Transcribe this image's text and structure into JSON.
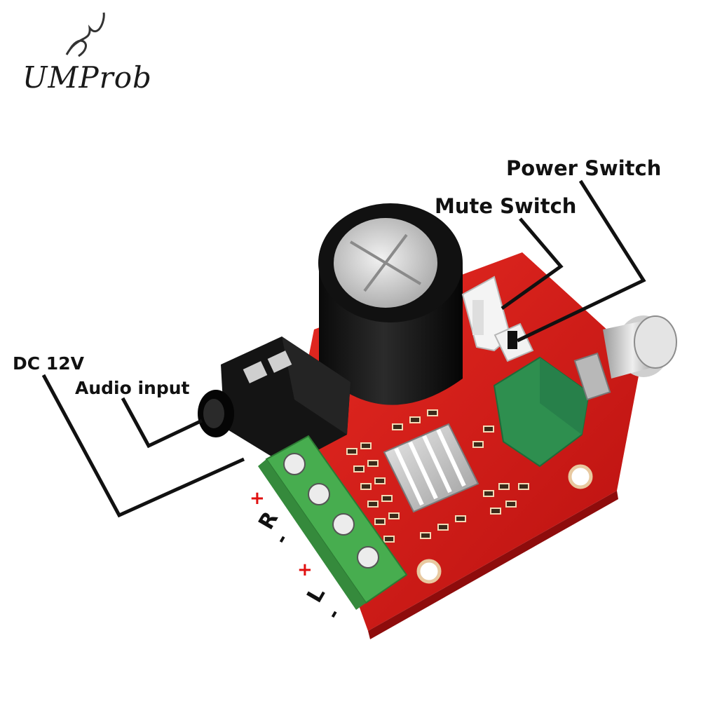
{
  "brand": {
    "logo_text": "UMProb"
  },
  "callouts": {
    "power_switch": "Power Switch",
    "mute_switch": "Mute Switch",
    "dc_12v": "DC 12V",
    "audio_input": "Audio input"
  },
  "terminal_markings": {
    "right_plus": "+",
    "right_letter": "R",
    "right_minus": "-",
    "left_plus": "+",
    "left_letter": "L",
    "left_minus": "-"
  },
  "colors": {
    "pcb": "#d81a1a",
    "terminal_block": "#3fa548",
    "potentiometer": "#2e8f4f",
    "capacitor": "#151515",
    "heatsink": "#c9c9c9",
    "plus_mark": "#e01010"
  }
}
